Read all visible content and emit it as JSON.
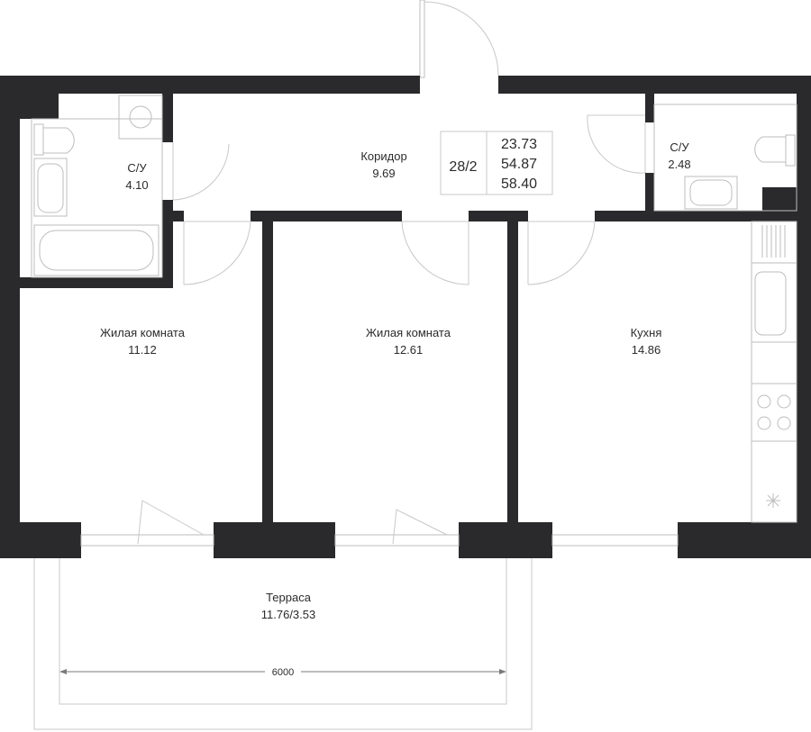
{
  "rooms": {
    "bath_left": {
      "name": "С/У",
      "area": "4.10"
    },
    "corridor": {
      "name": "Коридор",
      "area": "9.69"
    },
    "bath_right": {
      "name": "С/У",
      "area": "2.48"
    },
    "living_1": {
      "name": "Жилая комната",
      "area": "11.12"
    },
    "living_2": {
      "name": "Жилая комната",
      "area": "12.61"
    },
    "kitchen": {
      "name": "Кухня",
      "area": "14.86"
    },
    "terrace": {
      "name": "Терраса",
      "area": "11.76/3.53"
    }
  },
  "summary": {
    "apartment": "28/2",
    "area_living": "23.73",
    "area_total": "54.87",
    "area_with_terrace": "58.40"
  },
  "dimension": {
    "terrace_width": "6000"
  },
  "colors": {
    "wall": "#2a2a2c",
    "line": "#bdbdbd",
    "text": "#2b2b2b"
  }
}
